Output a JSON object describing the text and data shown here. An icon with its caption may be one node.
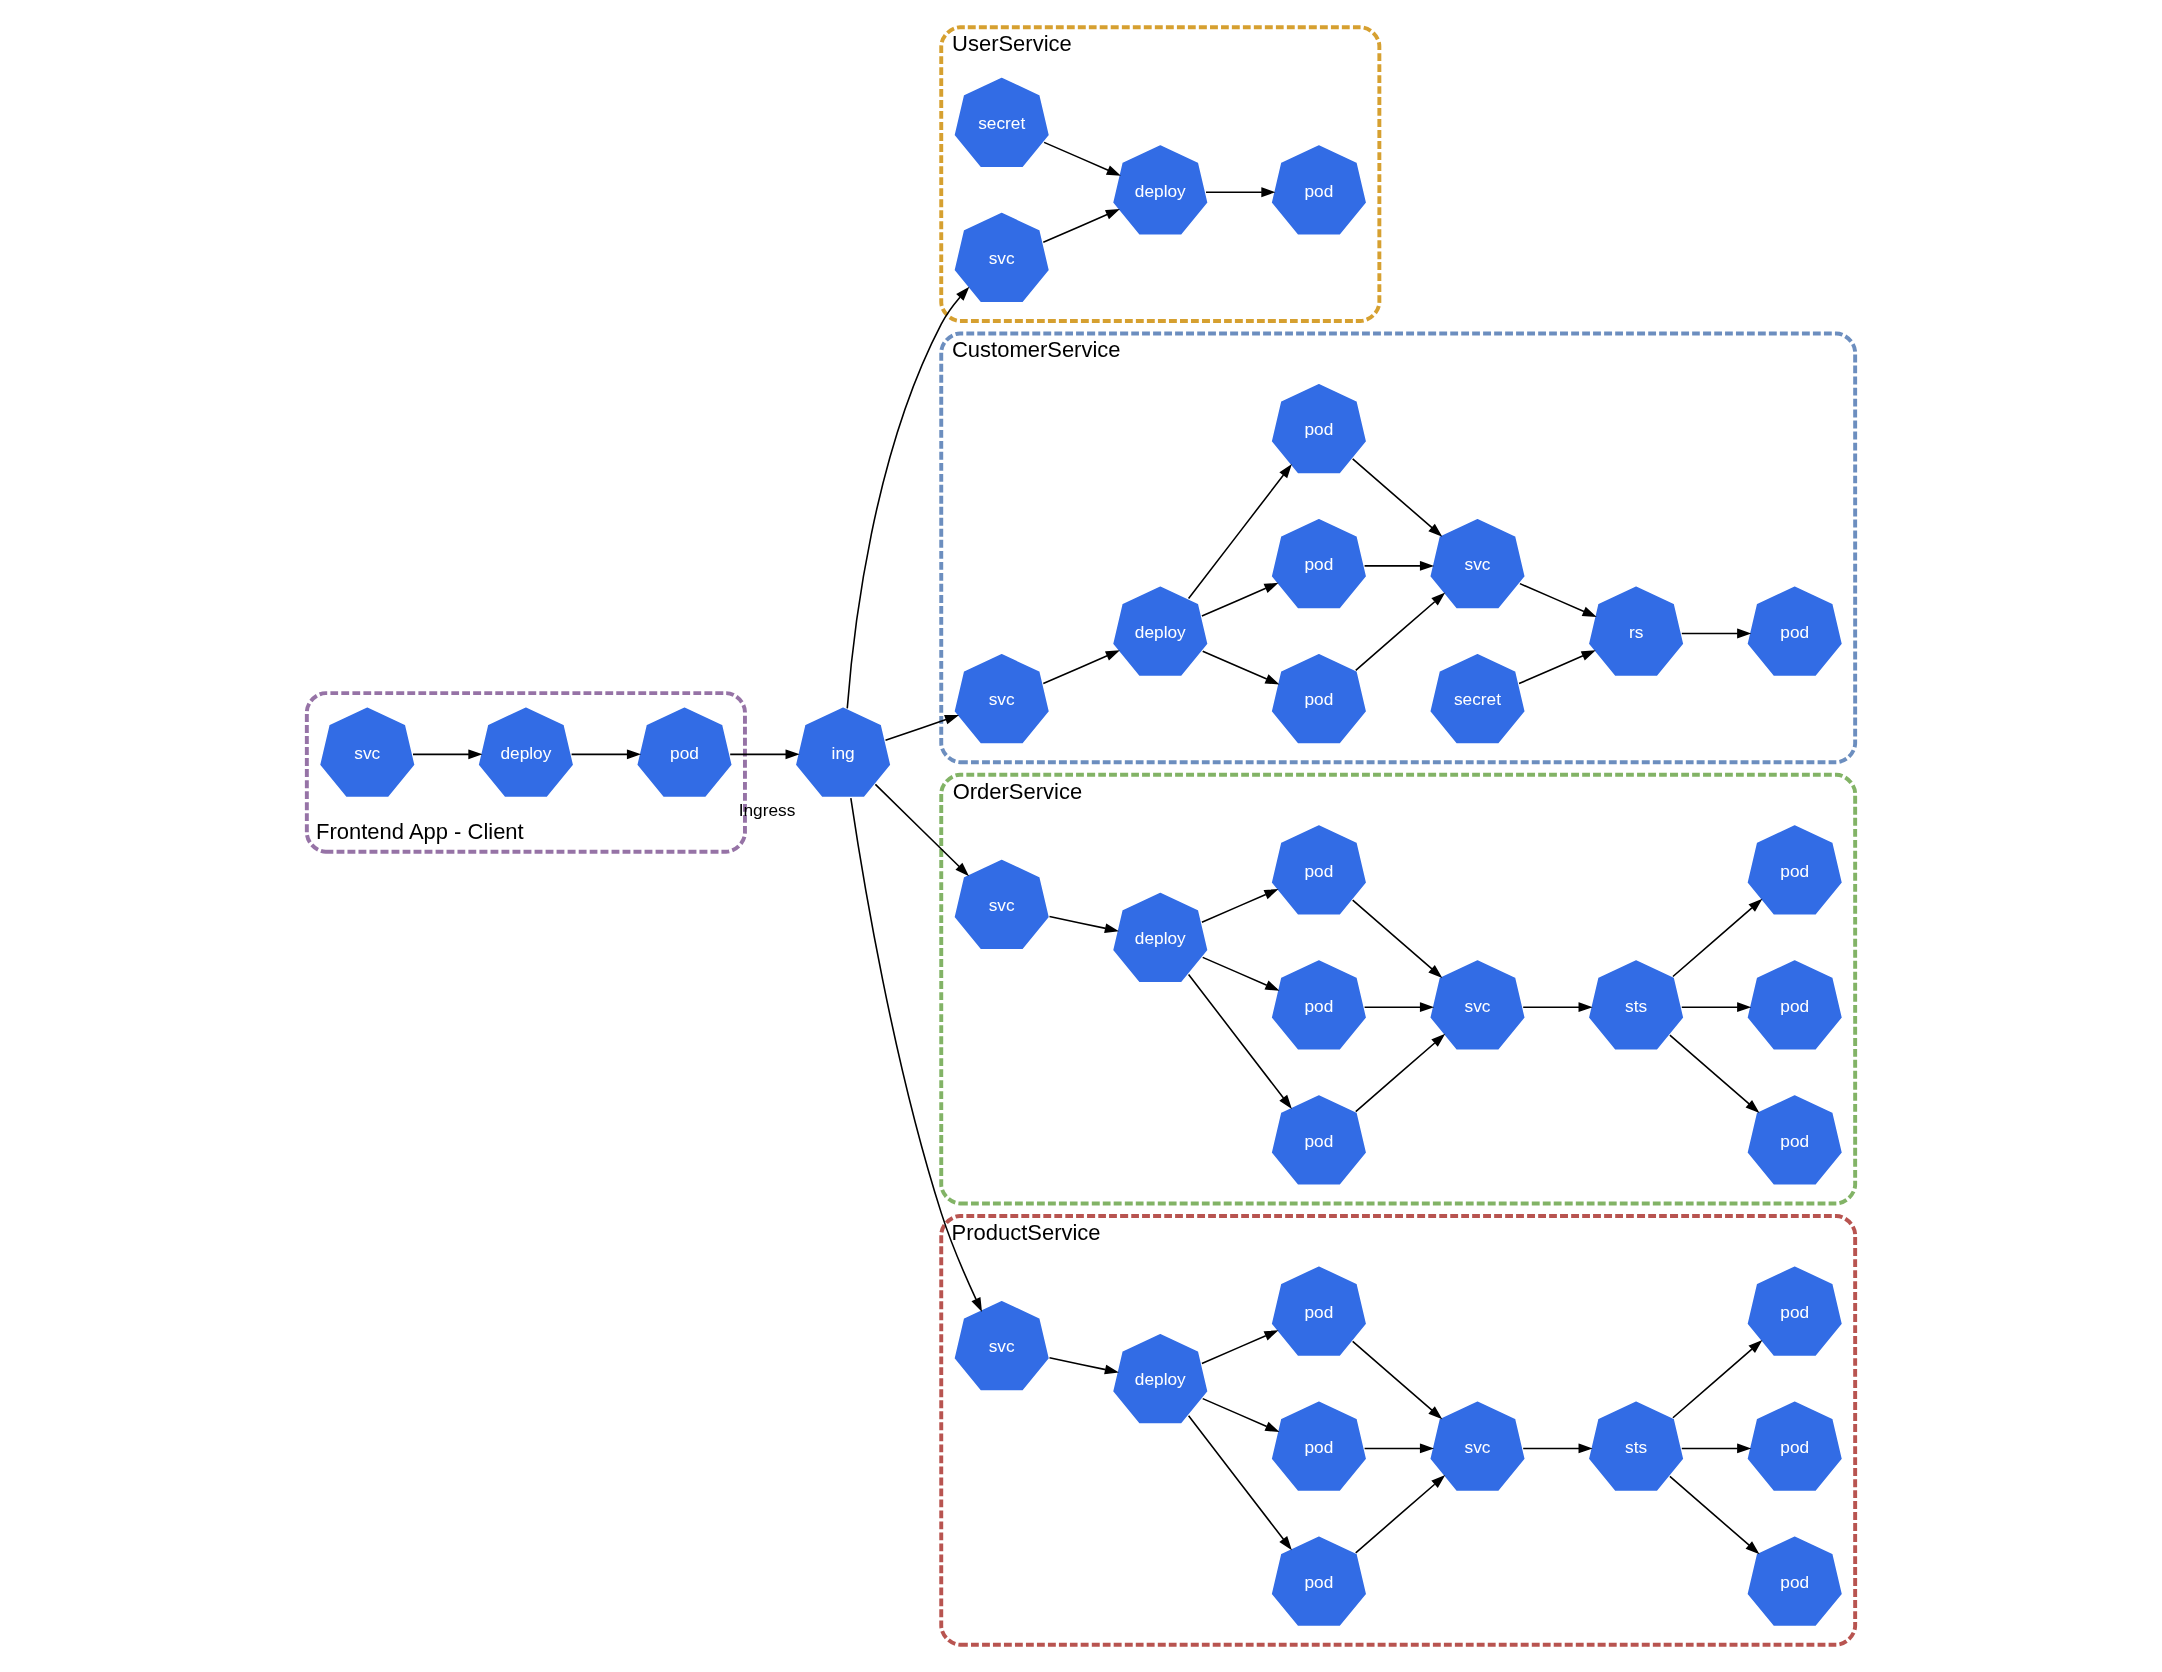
{
  "diagram": {
    "nodes": [
      {
        "text": [
          "Frontend App - Client"
        ]
      },
      {
        "text": [
          "svc"
        ],
        "in": 0
      },
      {
        "text": [
          "deploy"
        ],
        "in": 0
      },
      {
        "text": [
          "pod"
        ],
        "in": 0
      },
      {
        "text": [
          "ing"
        ],
        "beside": [
          "Ingress"
        ]
      },
      {
        "text": [
          "UserService"
        ]
      },
      {
        "text": [
          "secret"
        ],
        "in": 5
      },
      {
        "text": [
          "svc"
        ],
        "in": 5
      },
      {
        "text": [
          "deploy"
        ],
        "in": 5
      },
      {
        "text": [
          "pod"
        ],
        "in": 5
      },
      {
        "text": [
          "CustomerService"
        ]
      },
      {
        "text": [
          "svc"
        ],
        "in": 10
      },
      {
        "text": [
          "deploy"
        ],
        "in": 10
      },
      {
        "text": [
          "pod"
        ],
        "in": 10
      },
      {
        "text": [
          "pod"
        ],
        "in": 10
      },
      {
        "text": [
          "pod"
        ],
        "in": 10
      },
      {
        "text": [
          "secret"
        ],
        "in": 10
      },
      {
        "text": [
          "svc"
        ],
        "in": 10
      },
      {
        "text": [
          "rs"
        ],
        "in": 10
      },
      {
        "text": [
          "pod"
        ],
        "in": 10
      },
      {
        "text": [
          "OrderService"
        ]
      },
      {
        "text": [
          "svc"
        ],
        "in": 20
      },
      {
        "text": [
          "deploy"
        ],
        "in": 20
      },
      {
        "text": [
          "pod"
        ],
        "in": 20
      },
      {
        "text": [
          "pod"
        ],
        "in": 20
      },
      {
        "text": [
          "pod"
        ],
        "in": 20
      },
      {
        "text": [
          "svc"
        ],
        "in": 20
      },
      {
        "text": [
          "sts"
        ],
        "in": 20
      },
      {
        "text": [
          "pod"
        ],
        "in": 20
      },
      {
        "text": [
          "pod"
        ],
        "in": 20
      },
      {
        "text": [
          "pod"
        ],
        "in": 20
      },
      {
        "text": [
          "ProductService"
        ]
      },
      {
        "text": [
          "svc"
        ],
        "in": 31
      },
      {
        "text": [
          "deploy"
        ],
        "in": 31
      },
      {
        "text": [
          "pod"
        ],
        "in": 31
      },
      {
        "text": [
          "pod"
        ],
        "in": 31
      },
      {
        "text": [
          "pod"
        ],
        "in": 31
      },
      {
        "text": [
          "svc"
        ],
        "in": 31
      },
      {
        "text": [
          "sts"
        ],
        "in": 31
      },
      {
        "text": [
          "pod"
        ],
        "in": 31
      },
      {
        "text": [
          "pod"
        ],
        "in": 31
      },
      {
        "text": [
          "pod"
        ],
        "in": 31
      }
    ],
    "edges": [
      {
        "from": 1,
        "to": 2,
        "arrow": "to"
      },
      {
        "from": 2,
        "to": 3,
        "arrow": "to"
      },
      {
        "from": 3,
        "to": 4,
        "arrow": "to"
      },
      {
        "from": 4,
        "to": 7,
        "arrow": "to"
      },
      {
        "from": 4,
        "to": 11,
        "arrow": "to"
      },
      {
        "from": 4,
        "to": 21,
        "arrow": "to"
      },
      {
        "from": 4,
        "to": 32,
        "arrow": "to"
      },
      {
        "from": 6,
        "to": 8,
        "arrow": "to"
      },
      {
        "from": 7,
        "to": 8,
        "arrow": "to"
      },
      {
        "from": 8,
        "to": 9,
        "arrow": "to"
      },
      {
        "from": 11,
        "to": 12,
        "arrow": "to"
      },
      {
        "from": 12,
        "to": 13,
        "arrow": "to"
      },
      {
        "from": 12,
        "to": 14,
        "arrow": "to"
      },
      {
        "from": 12,
        "to": 15,
        "arrow": "to"
      },
      {
        "from": 13,
        "to": 17,
        "arrow": "to"
      },
      {
        "from": 14,
        "to": 17,
        "arrow": "to"
      },
      {
        "from": 15,
        "to": 17,
        "arrow": "to"
      },
      {
        "from": 16,
        "to": 18,
        "arrow": "to"
      },
      {
        "from": 17,
        "to": 18,
        "arrow": "to"
      },
      {
        "from": 18,
        "to": 19,
        "arrow": "to"
      },
      {
        "from": 21,
        "to": 22,
        "arrow": "to"
      },
      {
        "from": 22,
        "to": 23,
        "arrow": "to"
      },
      {
        "from": 22,
        "to": 24,
        "arrow": "to"
      },
      {
        "from": 22,
        "to": 25,
        "arrow": "to"
      },
      {
        "from": 23,
        "to": 26,
        "arrow": "to"
      },
      {
        "from": 24,
        "to": 26,
        "arrow": "to"
      },
      {
        "from": 25,
        "to": 26,
        "arrow": "to"
      },
      {
        "from": 26,
        "to": 27,
        "arrow": "to"
      },
      {
        "from": 27,
        "to": 28,
        "arrow": "to"
      },
      {
        "from": 27,
        "to": 29,
        "arrow": "to"
      },
      {
        "from": 27,
        "to": 30,
        "arrow": "to"
      },
      {
        "from": 32,
        "to": 33,
        "arrow": "to"
      },
      {
        "from": 33,
        "to": 34,
        "arrow": "to"
      },
      {
        "from": 33,
        "to": 35,
        "arrow": "to"
      },
      {
        "from": 33,
        "to": 36,
        "arrow": "to"
      },
      {
        "from": 34,
        "to": 37,
        "arrow": "to"
      },
      {
        "from": 35,
        "to": 37,
        "arrow": "to"
      },
      {
        "from": 36,
        "to": 37,
        "arrow": "to"
      },
      {
        "from": 37,
        "to": 38,
        "arrow": "to"
      },
      {
        "from": 38,
        "to": 39,
        "arrow": "to"
      },
      {
        "from": 38,
        "to": 40,
        "arrow": "to"
      },
      {
        "from": 38,
        "to": 41,
        "arrow": "to"
      }
    ]
  }
}
